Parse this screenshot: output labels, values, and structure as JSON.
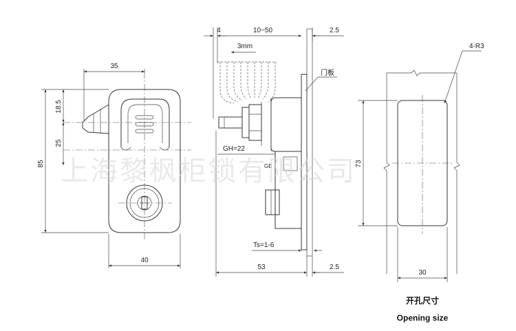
{
  "watermark": "上海黎枫柜锁有限公司",
  "front_view": {
    "dim_width_top": "35",
    "dim_upper": "18.5",
    "dim_middle": "25",
    "dim_height": "85",
    "dim_width_bottom": "40"
  },
  "side_view": {
    "dim_4": "4",
    "dim_range": "10~50",
    "dim_plate_top": "2.5",
    "dim_3mm": "3mm",
    "label_door": "门板",
    "label_gh": "GH=22",
    "label_ts": "Ts=1-6",
    "dim_depth": "53",
    "dim_plate_bottom": "2.5"
  },
  "opening_view": {
    "dim_radius": "4-R3",
    "dim_height": "73",
    "dim_width": "30",
    "caption_cn": "开孔尺寸",
    "caption_en": "Opening size"
  }
}
